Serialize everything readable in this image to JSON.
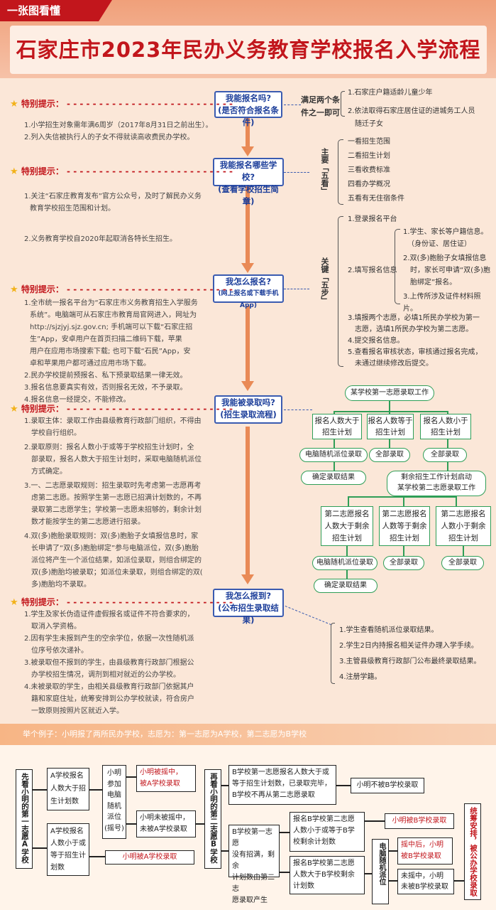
{
  "header": {
    "tag": "一张图看懂",
    "title": "石家庄市2023年民办义务教育学校报名入学流程"
  },
  "warn_label": "特别提示：",
  "steps": [
    {
      "q": "我能报名吗?",
      "sub": "(是否符合报名条件)"
    },
    {
      "q": "我能报名哪些学校?",
      "sub": "(查看学校招生简章)"
    },
    {
      "q": "我怎么报名?",
      "sub": "(网上报名或下载手机App)"
    },
    {
      "q": "我能被录取吗?",
      "sub": "(招生录取流程)"
    },
    {
      "q": "我怎么报到?",
      "sub": "(公布招生录取结果)"
    }
  ],
  "notes1": [
    "1.小学招生对象需年满6周岁（2017年8月31日之前出生）。",
    "2.列入失信被执行人的子女不得就读高收费民办学校。"
  ],
  "notes2": [
    "1.关注“石家庄教育发布”官方公众号，及时了解民办义务",
    "教育学校招生范围和计划。",
    "2.义务教育学校自2020年起取消各特长生招生。"
  ],
  "notes3": [
    "1.全市统一报名平台为“石家庄市义务教育招生入学服务",
    "系统”。电脑端可从石家庄市教育局官网进入，网址为",
    "http://sjzjyj.sjz.gov.cn; 手机端可以下载“石家庄招",
    "生”App，安卓用户在首页扫描二维码下载，苹果",
    "用户在应用市场搜索下载; 也可下载“石民”App，安",
    "卓和苹果用户都可通过应用市场下载。",
    "2.民办学校提前预报名、私下预录取结果一律无效。",
    "3.报名信息要真实有效，否则报名无效，不予录取。",
    "4.报名信息一经提交，不能修改。"
  ],
  "notes4": [
    "1.录取主体：录取工作由县级教育行政部门组织，不得由",
    "学校自行组织。",
    "2.录取原则：报名人数小于或等于学校招生计划时，全",
    "部录取，报名人数大于招生计划时，采取电脑随机派位",
    "方式确定。",
    "3.一、二志愿录取规则：招生录取时先考虑第一志愿再考",
    "虑第二志愿。按照学生第一志愿已招满计划数的，不再",
    "录取第二志愿学生；学校第一志愿未招够的，剩余计划",
    "数才能按学生的第二志愿进行招录。",
    "4.双(多)胞胎录取规则：双(多)胞胎子女填报信息时，家",
    "长申请了“双(多)胞胎绑定”参与电脑派位，双(多)胞胎",
    "派位将产生一个派位结果，如派位录取，则组合绑定的",
    "双(多)胞胎均被录取；如派位未录取，则组合绑定的双(",
    "多)胞胎均不录取。"
  ],
  "notes5": [
    "1.学生及家长伪造证件虚假报名或证件不符合要求的，",
    "取消入学资格。",
    "2.因有学生未报到产生的空余学位，依据一次性随机派",
    "位序号依次递补。",
    "3.被录取但不报到的学生，由县级教育行政部门根据公",
    "办学校招生情况，调剂到相对就近的公办学校。",
    "4.未被录取的学生，由相关县级教育行政部门依据其户",
    "籍和家庭住址，统筹安排到公办学校就读，符合房户",
    "一致原则按照片区就近入学。"
  ],
  "cond_label": [
    "满足两个条",
    "件之一即可"
  ],
  "conds": [
    "1.石家庄户籍适龄儿童少年",
    "2.依法取得石家庄居住证的进城务工人员",
    "随迁子女"
  ],
  "five_label": "主要「五看」",
  "fives": [
    "一看招生范围",
    "二看招生计划",
    "三看收费标准",
    "四看办学概况",
    "五看有无住宿条件"
  ],
  "five_steps_label": "关键「五步」",
  "reg_steps": {
    "s1": "1.登录报名平台",
    "s2": "2.填写报名信息",
    "sub": [
      "1.学生、家长等户籍信息。",
      "（身份证、居住证）",
      "2.双(多)胞胎子女填报信息",
      "时，家长可申请“双(多)胞",
      "胎绑定”报名。",
      "3.上传所涉及证件材料照片。"
    ],
    "rest": [
      "3.填报两个志愿，必填1所民办学校为第一",
      "志愿，选填1所民办学校为第二志愿。",
      "4.提交报名信息。",
      "5.查看报名审核状态，审核通过报名完成，",
      "未通过继续修改后提交。"
    ]
  },
  "flow": {
    "top": "某学校第一志愿录取工作",
    "c1": [
      "报名人数大于",
      "招生计划"
    ],
    "c2": [
      "报名人数等于",
      "招生计划"
    ],
    "c3": [
      "报名人数小于",
      "招生计划"
    ],
    "r1": "电脑随机派位录取",
    "r2": "全部录取",
    "r3": "全部录取",
    "confirm": "确定录取结果",
    "remain": [
      "剩余招生工作计划启动",
      "某学校第二志愿录取工作"
    ],
    "d1": [
      "第二志愿报名",
      "人数大于剩余",
      "招生计划"
    ],
    "d2": [
      "第二志愿报名",
      "人数等于剩余",
      "招生计划"
    ],
    "d3": [
      "第二志愿报名",
      "人数小于剩余",
      "招生计划"
    ],
    "e1": "电脑随机派位录取",
    "e2": "全部录取",
    "e3": "全部录取",
    "confirm2": "确定录取结果"
  },
  "report": [
    "1.学生查看随机派位录取结果。",
    "2.学生2日内持报名相关证件办理入学手续。",
    "3.主管县级教育行政部门公布最终录取结果。",
    "4.注册学籍。"
  ],
  "example": {
    "band": "举个例子：小明报了两所民办学校，志愿为：第一志愿为A学校，第二志愿为B学校",
    "first_v": "先看小明的第一志愿A学校",
    "a1": [
      "A学校报名",
      "人数大于招",
      "生计划数"
    ],
    "a2": [
      "A学校报名",
      "人数小于或",
      "等于招生计",
      "划数"
    ],
    "lottery": [
      "小明",
      "参加",
      "电脑",
      "随机",
      "派位",
      "(摇号)"
    ],
    "hit": [
      "小明被摇中，",
      "被A学校录取"
    ],
    "miss": [
      "小明未被摇中，",
      "未被A学校录取"
    ],
    "a_admit": "小明被A学校录取",
    "second_v": "再看小明的第二志愿B学校",
    "b1": [
      "B学校第一志愿报名人数大于或",
      "等于招生计划数，已录取完毕，",
      "B学校不再从第二志愿录取"
    ],
    "b1r": "小明不被B学校录取",
    "b2": [
      "B学校第一志愿",
      "没有招满，剩余",
      "计划数由第二志",
      "愿录取产生"
    ],
    "b3": [
      "报名B学校第二志愿",
      "人数小于或等于B学",
      "校剩余计划数"
    ],
    "b3r": "小明被B学校录取",
    "b4": [
      "报名B学校第二志愿",
      "人数大于B学校剩余",
      "计划数"
    ],
    "lot2": "电脑随机派位",
    "b4hit": [
      "摇中后，小明",
      "被B学校录取"
    ],
    "b4miss": [
      "未摇中，小明",
      "未被B学校录取"
    ],
    "final": "统筹安排，被公办学校录取"
  }
}
